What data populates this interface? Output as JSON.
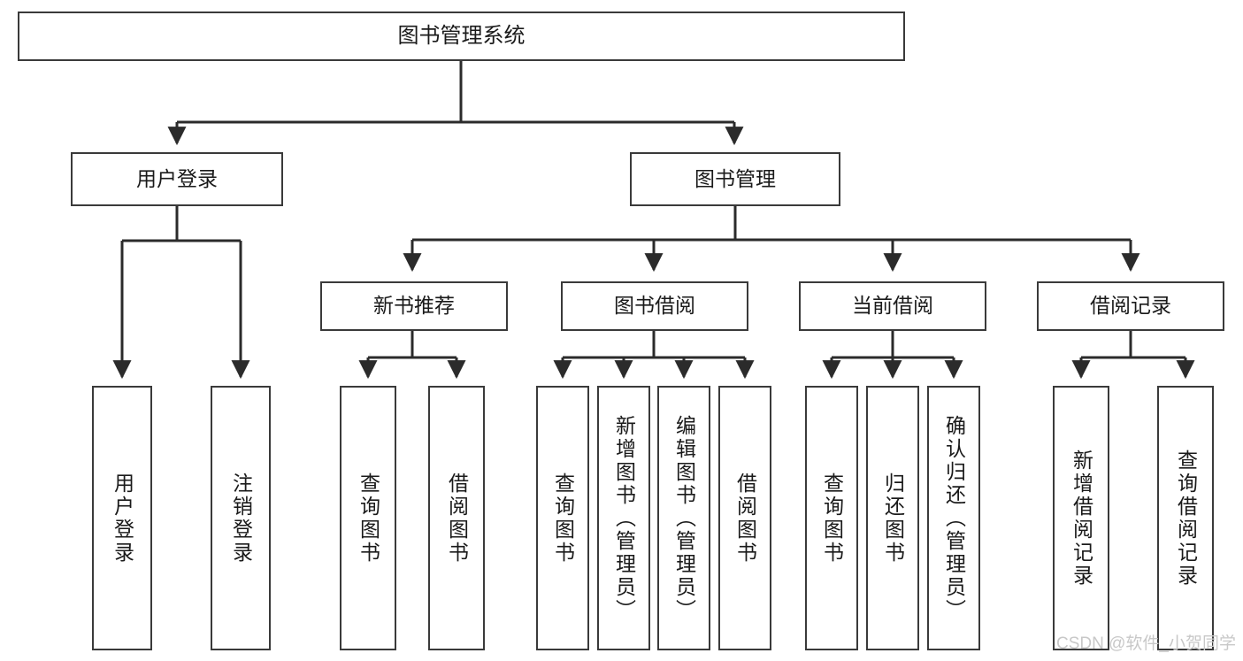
{
  "diagram": {
    "type": "tree-hierarchy",
    "title": "图书管理系统",
    "background_color": "#ffffff",
    "node_border_color": "#3a3a3a",
    "edge_color": "#2b2b2b",
    "text_color": "#1a1a1a",
    "root": {
      "id": "root",
      "label": "图书管理系统",
      "orientation": "horizontal"
    },
    "level2": [
      {
        "id": "user-login",
        "label": "用户登录",
        "orientation": "horizontal"
      },
      {
        "id": "book-manage",
        "label": "图书管理",
        "orientation": "horizontal"
      }
    ],
    "level3": [
      {
        "id": "new-book-rec",
        "label": "新书推荐",
        "orientation": "horizontal",
        "parent": "book-manage"
      },
      {
        "id": "book-borrow",
        "label": "图书借阅",
        "orientation": "horizontal",
        "parent": "book-manage"
      },
      {
        "id": "current-borrow",
        "label": "当前借阅",
        "orientation": "horizontal",
        "parent": "book-manage"
      },
      {
        "id": "borrow-record",
        "label": "借阅记录",
        "orientation": "horizontal",
        "parent": "book-manage"
      }
    ],
    "leaves": {
      "user_login": [
        {
          "id": "leaf-user-login",
          "label": "用户登录"
        },
        {
          "id": "leaf-logout",
          "label": "注销登录"
        }
      ],
      "new_book_rec": [
        {
          "id": "leaf-query-book-1",
          "label": "查询图书"
        },
        {
          "id": "leaf-borrow-book-1",
          "label": "借阅图书"
        }
      ],
      "book_borrow": [
        {
          "id": "leaf-query-book-2",
          "label": "查询图书"
        },
        {
          "id": "leaf-add-book",
          "label": "新增图书（管理员）"
        },
        {
          "id": "leaf-edit-book",
          "label": "编辑图书（管理员）"
        },
        {
          "id": "leaf-borrow-book-2",
          "label": "借阅图书"
        }
      ],
      "current_borrow": [
        {
          "id": "leaf-query-book-3",
          "label": "查询图书"
        },
        {
          "id": "leaf-return-book",
          "label": "归还图书"
        },
        {
          "id": "leaf-confirm-return",
          "label": "确认归还（管理员）"
        }
      ],
      "borrow_record": [
        {
          "id": "leaf-add-record",
          "label": "新增借阅记录"
        },
        {
          "id": "leaf-query-record",
          "label": "查询借阅记录"
        }
      ]
    }
  },
  "watermark": {
    "text": "CSDN @软件_小贺同学",
    "color": "#c8c8c8"
  }
}
